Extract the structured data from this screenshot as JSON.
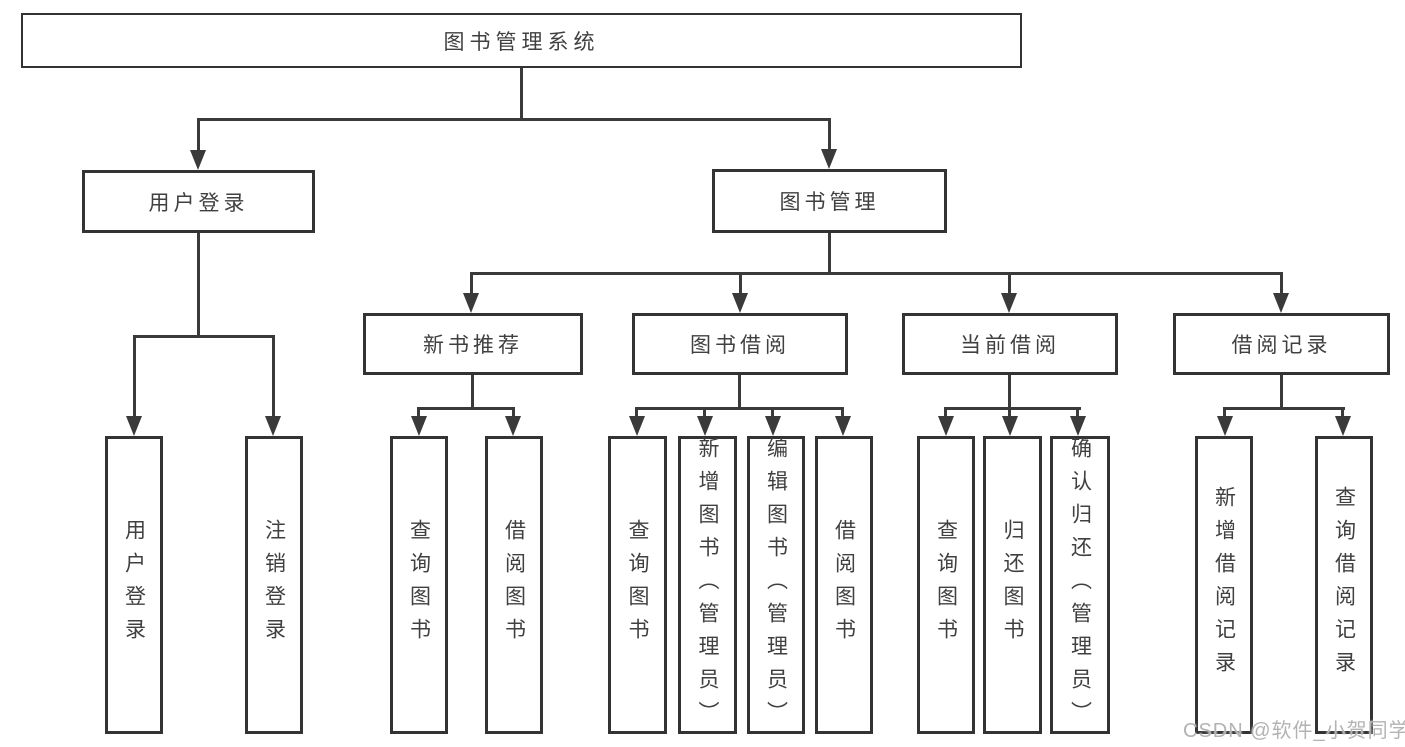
{
  "diagram": {
    "title": "图书管理系统",
    "level1": [
      {
        "label": "用户登录"
      },
      {
        "label": "图书管理"
      }
    ],
    "level2": [
      {
        "label": "新书推荐"
      },
      {
        "label": "图书借阅"
      },
      {
        "label": "当前借阅"
      },
      {
        "label": "借阅记录"
      }
    ],
    "leaves": [
      {
        "label": "用户登录"
      },
      {
        "label": "注销登录"
      },
      {
        "label": "查询图书"
      },
      {
        "label": "借阅图书"
      },
      {
        "label": "查询图书"
      },
      {
        "label": "新增图书（管理员）"
      },
      {
        "label": "编辑图书（管理员）"
      },
      {
        "label": "借阅图书"
      },
      {
        "label": "查询图书"
      },
      {
        "label": "归还图书"
      },
      {
        "label": "确认归还（管理员）"
      },
      {
        "label": "新增借阅记录"
      },
      {
        "label": "查询借阅记录"
      }
    ],
    "watermark": "CSDN @软件_小贺同学",
    "colors": {
      "line": "#3a3a3a",
      "border": "#333333",
      "text": "#404040",
      "background": "#ffffff",
      "watermark": "#b3b3b3"
    }
  }
}
